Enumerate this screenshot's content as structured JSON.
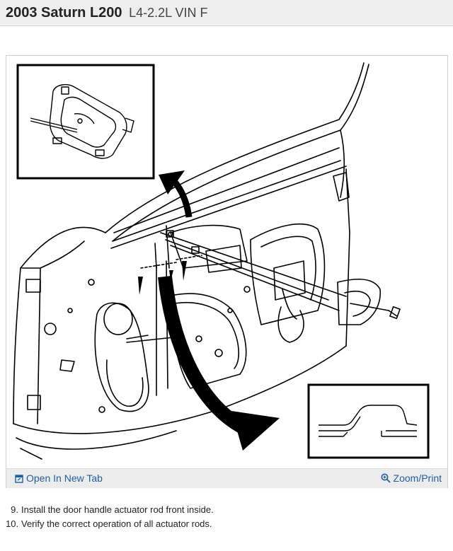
{
  "header": {
    "vehicle": "2003 Saturn L200",
    "engine": "L4-2.2L VIN F"
  },
  "figure": {
    "icons": [
      "open-in-new-tab-icon",
      "zoom-icon"
    ],
    "open_tab_label": "Open In New Tab",
    "zoom_print_label": "Zoom/Print",
    "link_color": "#1f5fa0"
  },
  "steps": [
    {
      "num": "9.",
      "text": "Install the door handle actuator rod front inside."
    },
    {
      "num": "10.",
      "text": "Verify the correct operation of all actuator rods."
    }
  ]
}
